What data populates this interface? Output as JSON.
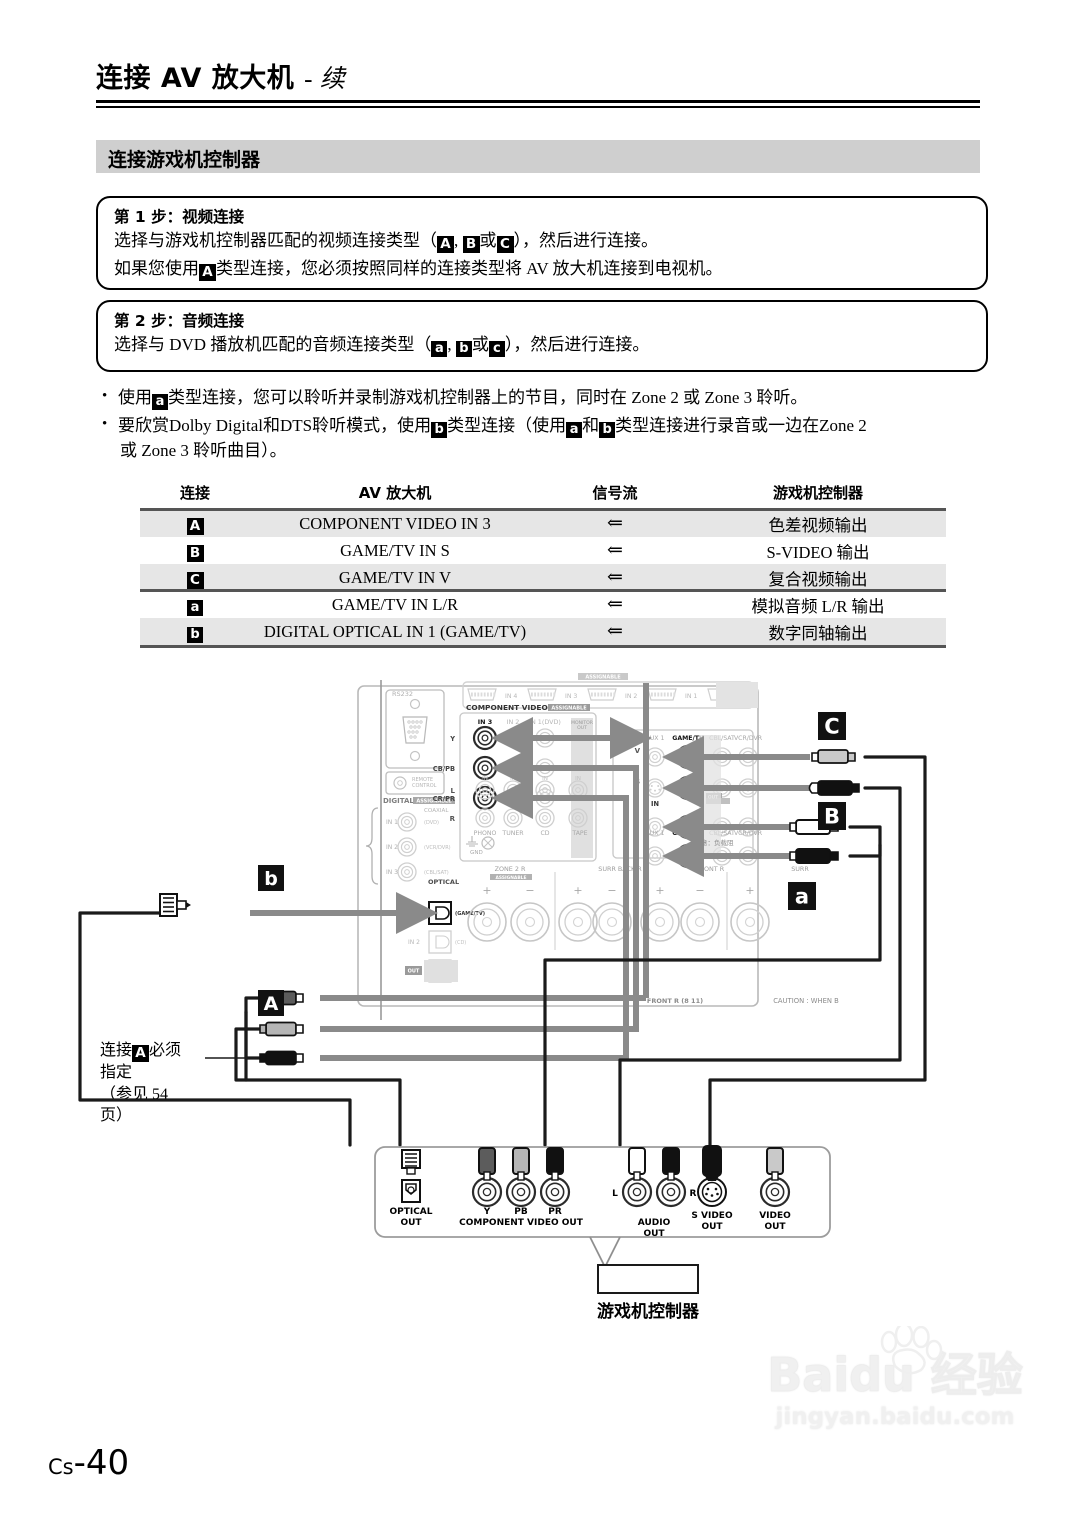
{
  "header": {
    "title": "连接 AV 放大机",
    "title_suffix": "- 续",
    "section": "连接游戏机控制器"
  },
  "steps": [
    {
      "id": "step1",
      "heading": "第 1 步：视频连接",
      "line1_a": "选择与游戏机控制器匹配的视频连接类型（",
      "line1_chip1": "A",
      "line1_b": ",",
      "line1_chip2": "B",
      "line1_c": "或",
      "line1_chip3": "C",
      "line1_d": "），然后进行连接。",
      "line2_a": "如果您使用",
      "line2_chip1": "A",
      "line2_b": "类型连接，您必须按照同样的连接类型将 AV 放大机连接到电视机。"
    },
    {
      "id": "step2",
      "heading": "第 2 步：音频连接",
      "line1_a": "选择与 DVD 播放机匹配的音频连接类型（",
      "line1_chip1": "a",
      "line1_b": ",",
      "line1_chip2": "b",
      "line1_c": "或",
      "line1_chip3": "c",
      "line1_d": "），然后进行连接。"
    }
  ],
  "bullets": [
    {
      "a": "使用",
      "chip1": "a",
      "b": "类型连接，您可以聆听并录制游戏机控制器上的节目，同时在 Zone 2 或 Zone 3 聆听。"
    },
    {
      "a": "要欣赏Dolby Digital和DTS聆听模式，使用",
      "chip1": "b",
      "b": "类型连接（使用",
      "chip2": "a",
      "c": "和",
      "chip3": "b",
      "d": "类型连接进行录音或一边在Zone 2",
      "e": "或 Zone 3 聆听曲目）。"
    }
  ],
  "table": {
    "headers": [
      "连接",
      "AV 放大机",
      "信号流",
      "游戏机控制器"
    ],
    "rows": [
      {
        "conn": "A",
        "case": "upper",
        "amp": "COMPONENT VIDEO IN 3",
        "flow": "⇐",
        "dev": "色差视频输出"
      },
      {
        "conn": "B",
        "case": "upper",
        "amp": "GAME/TV IN S",
        "flow": "⇐",
        "dev": "S-VIDEO 输出"
      },
      {
        "conn": "C",
        "case": "upper",
        "amp": "GAME/TV IN V",
        "flow": "⇐",
        "dev": "复合视频输出"
      },
      {
        "conn": "a",
        "case": "lower",
        "amp": "GAME/TV IN L/R",
        "flow": "⇐",
        "dev": "模拟音频 L/R 输出"
      },
      {
        "conn": "b",
        "case": "lower",
        "amp": "DIGITAL OPTICAL IN 1 (GAME/TV)",
        "flow": "⇐",
        "dev": "数字同轴输出"
      }
    ]
  },
  "diagram": {
    "note_left": {
      "line1_a": "连接",
      "line1_chip": "A",
      "line1_b": "必须",
      "line2": "指定",
      "line3": "（参见 54",
      "line4": "页）"
    },
    "receiver": {
      "rs232_label": "RS232",
      "remote_label": "REMOTE CONTROL",
      "hdmi_labels": [
        "IN 4",
        "IN 3",
        "IN 2",
        "IN 1"
      ],
      "hdmi_assignable": "ASSIGNABLE",
      "digital_title": "DIGITAL",
      "digital_assignable": "ASSIGNABLE",
      "coaxial_label": "COAXIAL",
      "coaxial_jacks": [
        {
          "in": "IN 1",
          "src": "(DVD)"
        },
        {
          "in": "IN 2",
          "src": "(VCR/DVR)"
        },
        {
          "in": "IN 3",
          "src": "(CBL/SAT)"
        }
      ],
      "optical_label": "OPTICAL",
      "optical_jacks": [
        {
          "in": "IN 1",
          "src": "(GAME/TV)"
        },
        {
          "in": "IN 2",
          "src": "(CD)"
        },
        {
          "in": "OUT",
          "src": ""
        }
      ],
      "component_title": "COMPONENT VIDEO",
      "component_assignable": "ASSIGNABLE",
      "component_cols": [
        "IN 3",
        "IN 2",
        "IN 1(DVD)",
        "MONITOR OUT"
      ],
      "component_rows": [
        "Y",
        "CB/PB",
        "CR/PR"
      ],
      "analog_rows": [
        "IN",
        "L",
        "R"
      ],
      "analog_cols_top": [
        "PHONO",
        "TUNER",
        "CD",
        "TAPE"
      ],
      "av_cols": [
        "AUX 1",
        "GAME/TV",
        "CBL/SAT",
        "VCR/DVR"
      ],
      "av_rows": [
        "V",
        "S",
        "IN"
      ],
      "gnd_label": "GND",
      "caution_cn": "注意：负载阻",
      "speaker_groups": [
        "ZONE 2 R",
        "SURR BACK R",
        "FRONT R",
        "SURR"
      ],
      "speaker_assignable": "ASSIGNABLE",
      "front_r_label": "FRONT R (8 11)",
      "caution_label": "CAUTION : WHEN B"
    },
    "cable_labels": {
      "A": "A",
      "B": "B",
      "C": "C",
      "a": "a",
      "b": "b"
    },
    "console": {
      "jacks": [
        {
          "name": "OPTICAL",
          "name2": "OUT"
        },
        {
          "name": "Y",
          "name2": ""
        },
        {
          "name": "PB",
          "name2": ""
        },
        {
          "name": "PR",
          "name2": ""
        },
        {
          "name": "AUDIO",
          "name2": "OUT"
        },
        {
          "name": "S VIDEO",
          "name2": "OUT"
        },
        {
          "name": "VIDEO",
          "name2": "OUT"
        }
      ],
      "component_group": "COMPONENT VIDEO OUT",
      "audio_l": "L",
      "audio_r": "R",
      "caption": "游戏机控制器"
    }
  },
  "footer": {
    "page_prefix": "Cs",
    "page_number": "-40"
  },
  "watermark": {
    "main": "Baidu 经验",
    "sub": "jingyan.baidu.com"
  }
}
